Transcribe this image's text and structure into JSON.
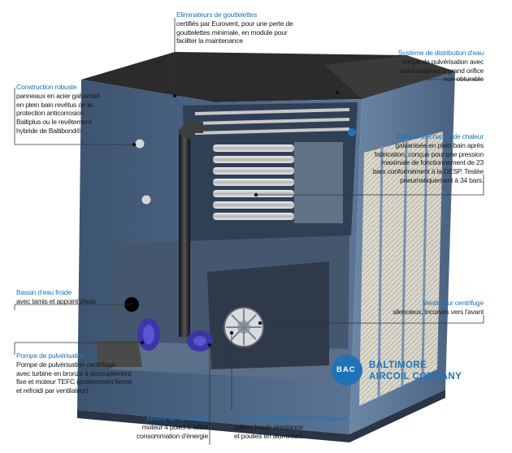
{
  "labels": {
    "eliminateurs": {
      "title": "Eliminateurs de gouttelettes",
      "desc": "certifiés par Eurovent, pour une perte de\ngouttelettes minimale, en module pour\nfaciliter la maintenance"
    },
    "distribution": {
      "title": "Système de distribution d'eau",
      "desc": "rampe de pulvérisation avec\npulvérisateurs à grand orifice\nnon obturable"
    },
    "construction": {
      "title": "Construction robuste",
      "desc": "panneaux en acier galvanisé\nen plein bain revêtus de la\nprotection anticorrosion\nBaltiplus ou le revêtement\nhybride de Baltibond®"
    },
    "batterie": {
      "title": "Batterie d'échange de chaleur",
      "desc": "galvanisée en plein bain après\nfabrication, conçue pour une pression\nmaximale de fonctionnement de 23\nbars conformément à la DESP. Testée\npneumatiquement à 34 bars."
    },
    "bassin": {
      "title": "Bassin d'eau froide",
      "desc": "avec tamis et appoint d'eau"
    },
    "ventilateur": {
      "title": "Ventilateur centrifuge",
      "desc": "silencieux, incurvés vers l'avant"
    },
    "pompe": {
      "title": "Pompe de pulvérisation",
      "desc": "Pompe de pulvérisation centrifuge\navec turbine en bronze à accouplement\nfixe et moteur TEFC (entièrement fermé\net refroidi par ventilateur)"
    },
    "moteur": {
      "title": "Moteur de ventilateur",
      "desc": "moteur 4 pôles à faible\nconsommation d'énergie"
    },
    "entrainement": {
      "title": "Système d'entraînement du ventilateur",
      "desc": "paliers haute résistance\net poulies en aluminium"
    }
  },
  "brand": {
    "logo_letters": "BAC",
    "name_line1": "BALTIMORE",
    "name_line2": "AIRCOIL COMPANY"
  },
  "colors": {
    "accent": "#1e73b8",
    "casing": "#4d6787",
    "casing_dark": "#33455d",
    "top": "#2b2b2b"
  }
}
